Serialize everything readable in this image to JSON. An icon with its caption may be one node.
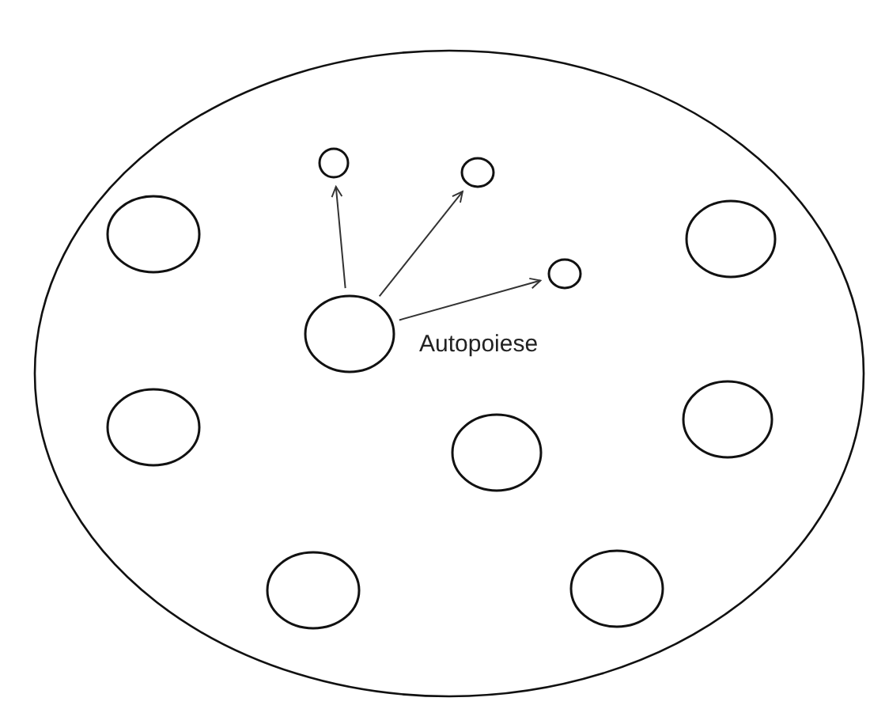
{
  "diagram": {
    "nodes": [
      {
        "text": [],
        "shape": "ellipse"
      },
      {
        "text": [],
        "shape": "circle",
        "in": 0
      },
      {
        "text": [],
        "shape": "circle",
        "in": 0
      },
      {
        "text": [],
        "shape": "circle",
        "in": 0
      },
      {
        "text": [],
        "shape": "circle",
        "in": 0
      },
      {
        "text": [],
        "shape": "circle",
        "in": 0
      },
      {
        "text": [],
        "shape": "circle",
        "in": 0,
        "beside": [
          "Autopoiese"
        ]
      },
      {
        "text": [],
        "shape": "circle",
        "in": 0
      },
      {
        "text": [],
        "shape": "circle",
        "in": 0
      },
      {
        "text": [],
        "shape": "circle",
        "in": 0
      },
      {
        "text": [],
        "shape": "circle",
        "in": 0
      },
      {
        "text": [],
        "shape": "circle",
        "in": 0
      }
    ],
    "edges": [
      {
        "from": 6,
        "to": 1,
        "arrow": "to"
      },
      {
        "from": 6,
        "to": 2,
        "arrow": "to"
      },
      {
        "from": 6,
        "to": 5,
        "arrow": "to"
      }
    ]
  }
}
